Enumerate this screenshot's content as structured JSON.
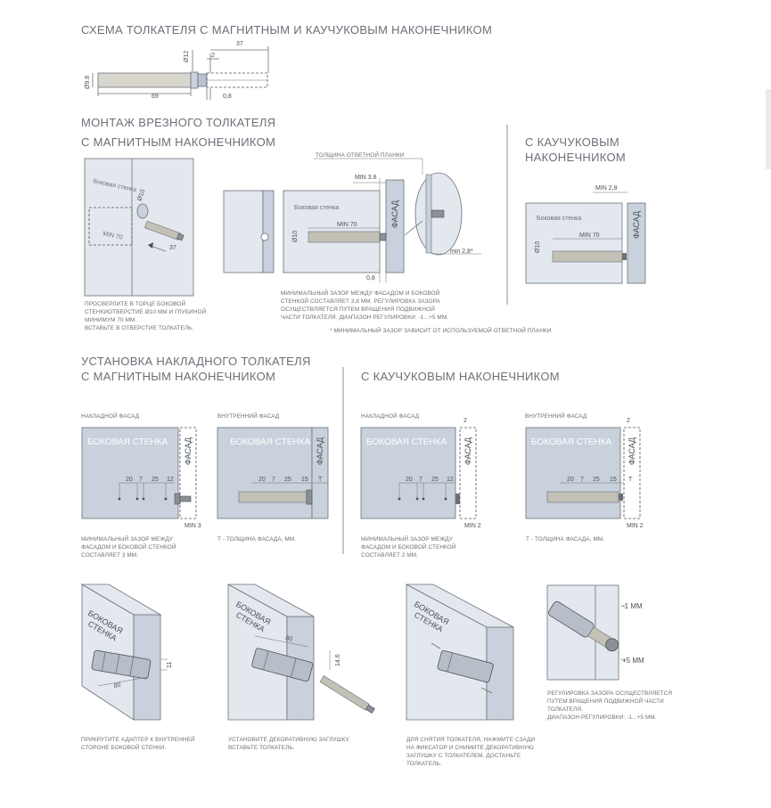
{
  "headings": {
    "scheme": "СХЕМА ТОЛКАТЕЛЯ С МАГНИТНЫМ И КАУЧУКОВЫМ НАКОНЕЧНИКОМ",
    "mount_line1": "МОНТАЖ ВРЕЗНОГО ТОЛКАТЕЛЯ",
    "mount_line2": "С МАГНИТНЫМ НАКОНЕЧНИКОМ",
    "rubber_line1": "С КАУЧУКОВЫМ",
    "rubber_line2": "НАКОНЕЧНИКОМ",
    "overlay_line1": "УСТАНОВКА НАКЛАДНОГО ТОЛКАТЕЛЯ",
    "overlay_line2": "С МАГНИТНЫМ НАКОНЕЧНИКОМ",
    "overlay_rubber": "С КАУЧУКОВЫМ НАКОНЕЧНИКОМ"
  },
  "scheme_dims": {
    "d98": "Ø9.8",
    "d12": "Ø12",
    "len37": "37",
    "len2": "2",
    "len69": "69",
    "len08": "0,8"
  },
  "mount": {
    "wall_label": "боковая стенка",
    "d10": "Ø10",
    "min70": "MIN 70",
    "len37": "37",
    "caption": [
      "ПРОСВЕРЛИТЕ В ТОРЦЕ БОКОВОЙ",
      "СТЕНКИОТВЕРСТИЕ Ø10 ММ И ГЛУБИНОЙ",
      "МИНИМУМ 70 ММ.",
      "ВСТАВЬТЕ В ОТВЕРСТИЕ ТОЛКАТЕЛЬ."
    ],
    "strike_label": "ТОЛЩИНА ОТВЕТНОЙ ПЛАНКИ",
    "min38": "MIN 3.8",
    "side_label": "Боковая стенка",
    "facade": "ФАСАД",
    "min70b": "MIN 70",
    "d10b": "Ø10",
    "gap08": "0,8",
    "min28s": "min 2,8*",
    "caption2": [
      "МИНИМАЛЬНЫЙ ЗАЗОР МЕЖДУ ФАСАДОМ И БОКОВОЙ",
      "СТЕНКОЙ СОСТАВЛЯЕТ 3,8 ММ. РЕГУЛИРОВКА ЗАЗОРА",
      "ОСУЩЕСТВЛЯЕТСЯ ПУТЕМ ВРАЩЕНИЯ ПОДВИЖНОЙ",
      "ЧАСТИ ТОЛКАТЕЛЯ. ДИАПАЗОН РЕГУЛИРОВКИ: -1...+5 ММ."
    ],
    "footnote": "* МИНИМАЛЬНЫЙ ЗАЗОР ЗАВИСИТ ОТ ИСПОЛЬЗУЕМОЙ ОТВЕТНОЙ ПЛАНКИ"
  },
  "rubber": {
    "min28": "MIN 2,8",
    "side_label": "Боковая стенка",
    "facade": "ФАСАД",
    "min70": "MIN 70",
    "d10": "Ø10"
  },
  "overlay": {
    "overlay_facade": "НАКЛАДНОЙ ФАСАД",
    "inner_facade": "ВНУТРЕННИЙ ФАСАД",
    "side_wall": "БОКОВАЯ СТЕНКА",
    "facade": "ФАСАД",
    "dims": [
      "20",
      "7",
      "25",
      "12"
    ],
    "dims_inner": [
      "20",
      "7",
      "25",
      "15"
    ],
    "t": "T",
    "two": "2",
    "min3": "MIN 3",
    "min2": "MIN 2",
    "caption_mag": [
      "МИНИМАЛЬНЫЙ ЗАЗОР МЕЖДУ",
      "ФАСАДОМ И БОКОВОЙ СТЕНКОЙ",
      "СОСТАВЛЯЕТ 3 ММ."
    ],
    "caption_t": "Т - ТОЛЩИНА ФАСАДА, ММ.",
    "caption_rub": [
      "МИНИМАЛЬНЫЙ ЗАЗОР МЕЖДУ",
      "ФАСАДОМ И БОКОВОЙ СТЕНКОЙ",
      "СОСТАВЛЯЕТ 2 ММ."
    ]
  },
  "steps": {
    "wall_word1": "БОКОВАЯ",
    "wall_word2": "СТЕНКА",
    "dim11": "11",
    "dim80": "80",
    "dim146": "14.6",
    "minus1": "-1 ММ",
    "plus5": "+5 ММ",
    "cap1": [
      "ПРИКРУТИТЕ АДАПТЕР К ВНУТРЕННЕЙ",
      "СТОРОНЕ БОКОВОЙ СТЕНКИ."
    ],
    "cap2": [
      "УСТАНОВИТЕ ДЕКОРАТИВНУЮ ЗАГЛУШКУ.",
      "ВСТАВЬТЕ ТОЛКАТЕЛЬ."
    ],
    "cap3": [
      "ДЛЯ СНЯТИЯ ТОЛКАТЕЛЯ, НАЖМИТЕ СЗАДИ",
      "НА ФИКСАТОР И СНИМИТЕ ДЕКОРАТИВНУЮ",
      "ЗАГЛУШКУ С ТОЛКАТЕЛЕМ. ДОСТАНЬТЕ",
      "ТОЛКАТЕЛЬ."
    ],
    "cap4": [
      "РЕГУЛИРОВКА ЗАЗОРА ОСУЩЕСТВЛЯЕТСЯ",
      "ПУТЕМ ВРАЩЕНИЯ ПОДВИЖНОЙ ЧАСТИ",
      "ТОЛКАТЕЛЯ.",
      "ДИАПАЗОН РЕГУЛИРОВКИ: -1...+5 ММ."
    ]
  }
}
